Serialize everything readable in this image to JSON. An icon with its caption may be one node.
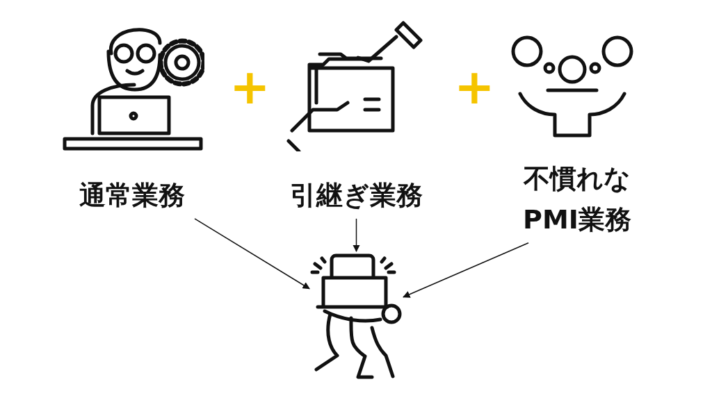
{
  "diagram": {
    "nodes": [
      {
        "text": [
          "通常業務"
        ]
      },
      {
        "text": [
          "引継ぎ業務"
        ]
      },
      {
        "text": [
          "不慣れなPMI業務"
        ]
      },
      {
        "text": [],
        "shape": "picture"
      }
    ],
    "edges": [
      {
        "from": 0,
        "to": 3,
        "arrow": "to"
      },
      {
        "from": 1,
        "to": 3,
        "arrow": "to"
      },
      {
        "from": 2,
        "to": 3,
        "arrow": "to"
      }
    ],
    "labels": [
      "+",
      "+"
    ]
  }
}
